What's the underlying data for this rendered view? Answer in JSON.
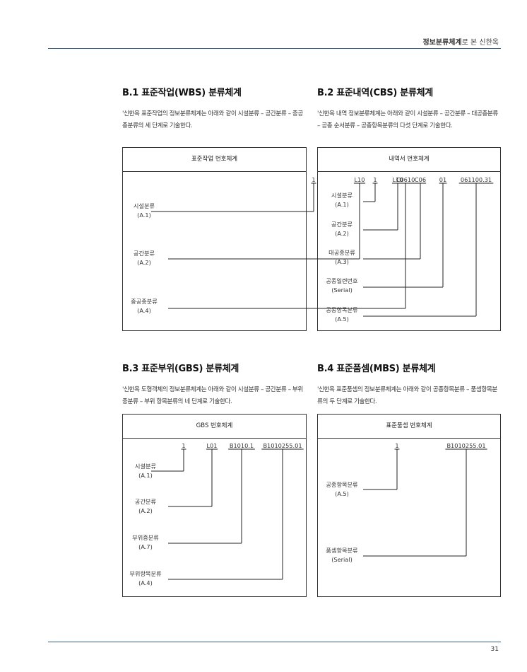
{
  "header": {
    "title_bold": "정보분류체계",
    "title_rest": "로 본 신한옥"
  },
  "page_number": "31",
  "sections": [
    {
      "title": "B.1 표준작업(WBS) 분류체계",
      "description": "'신한옥 표준작업의 정보분류체계는 아래와 같이 시설분류 – 공간분류 – 중공종분류의 세 단계로 기술한다.",
      "box_title": "표준작업 번호체계",
      "codes": [
        "1",
        "L10",
        "C0610"
      ],
      "labels": [
        {
          "name": "시설분류",
          "code": "(A.1)"
        },
        {
          "name": "공간분류",
          "code": "(A.2)"
        },
        {
          "name": "중공종분류",
          "code": "(A.4)"
        }
      ]
    },
    {
      "title": "B.2 표준내역(CBS) 분류체계",
      "description": "'신한옥 내역 정보분류체계는 아래와 같이 시설분류 – 공간분류 – 대공종분류 – 공종 순서분류 – 공종항목분류의 다섯 단계로 기술한다.",
      "box_title": "내역서 번호체계",
      "codes": [
        "1",
        "L10",
        "C06",
        "01",
        "061100.31"
      ],
      "labels": [
        {
          "name": "시설분류",
          "code": "(A.1)"
        },
        {
          "name": "공간분류",
          "code": "(A.2)"
        },
        {
          "name": "대공종분류",
          "code": "(A.3)"
        },
        {
          "name": "공종일련번호",
          "code": "(Serial)"
        },
        {
          "name": "공종항목분류",
          "code": "(A.5)"
        }
      ]
    },
    {
      "title": "B.3 표준부위(GBS) 분류체계",
      "description": "'신한옥 도형객체의 정보분류체계는 아래와 같이 시설분류 – 공간분류 – 부위 중분류 – 부위 항목분류의 네 단계로 기술한다.",
      "box_title": "GBS 번호체계",
      "codes": [
        "1",
        "L01",
        "B1010.1",
        "B1010255.01"
      ],
      "labels": [
        {
          "name": "시설분류",
          "code": "(A.1)"
        },
        {
          "name": "공간분류",
          "code": "(A.2)"
        },
        {
          "name": "부위중분류",
          "code": "(A.7)"
        },
        {
          "name": "부위항목분류",
          "code": "(A.4)"
        }
      ]
    },
    {
      "title": "B.4 표준품셈(MBS) 분류체계",
      "description": "'신한옥 표준품셈의 정보분류체계는 아래와 같이 공종항목분류 – 품셈항목분류의 두 단계로 기술한다.",
      "box_title": "표준품셈 번호체계",
      "codes": [
        "1",
        "B1010255.01"
      ],
      "labels": [
        {
          "name": "공종항목분류",
          "code": "(A.5)"
        },
        {
          "name": "품셈항목분류",
          "code": "(Serial)"
        }
      ]
    }
  ]
}
